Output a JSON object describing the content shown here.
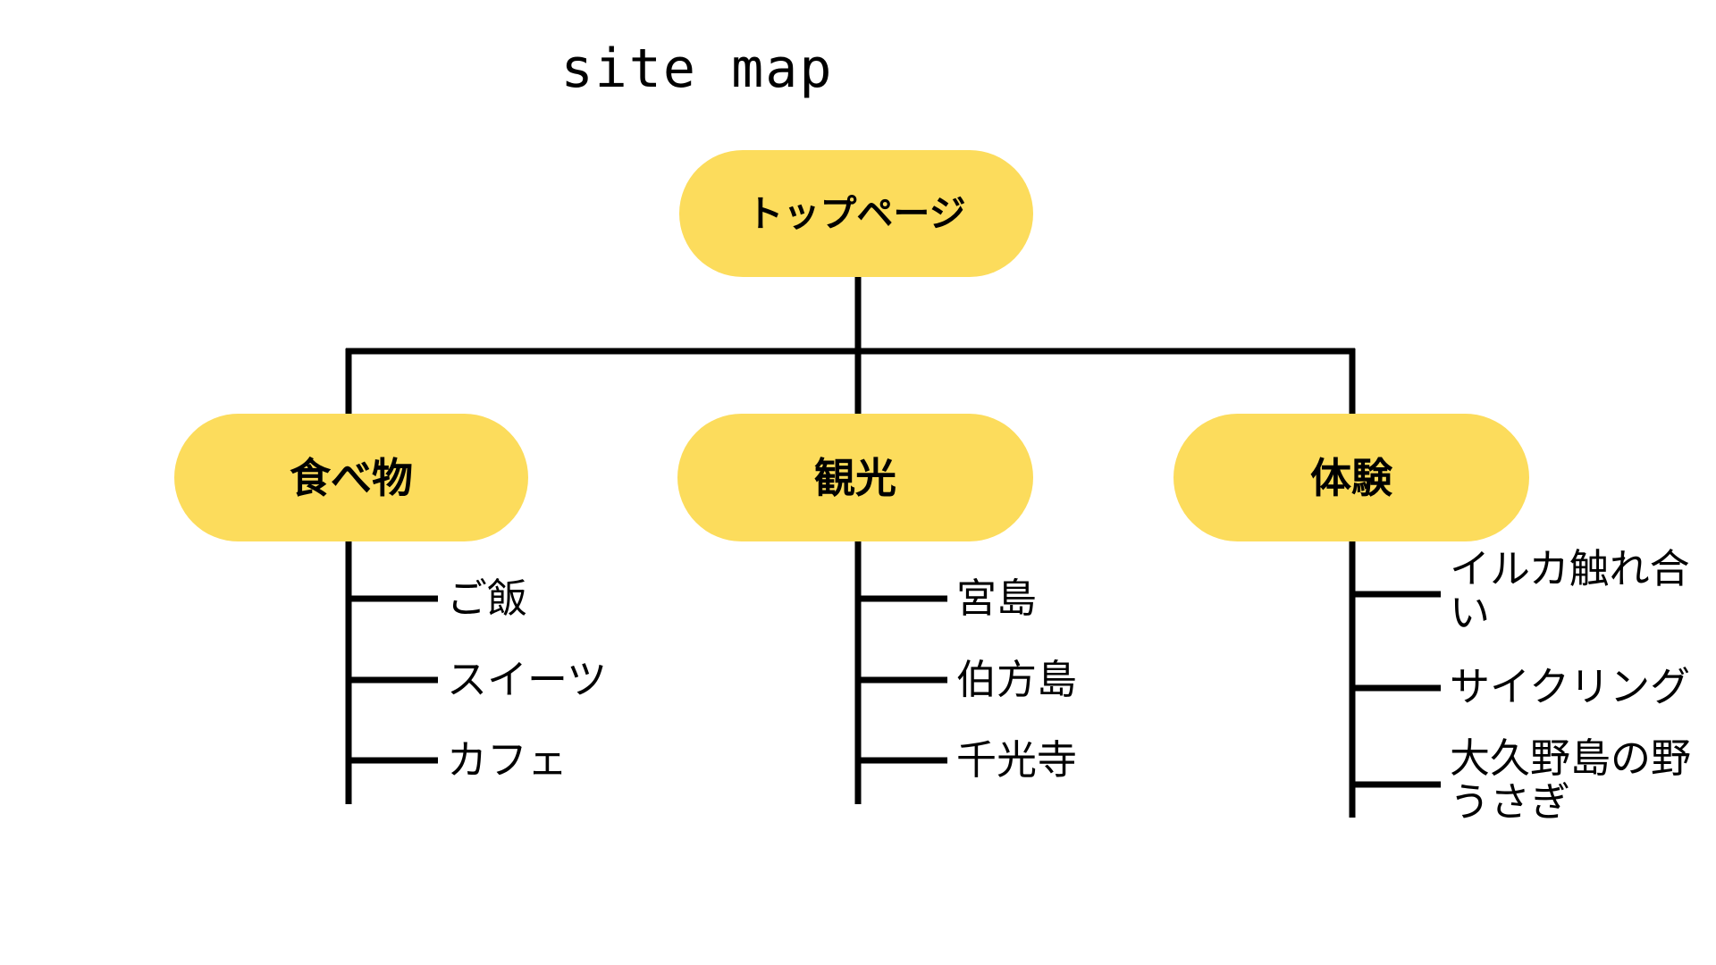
{
  "diagram": {
    "title": "site map",
    "accent_color": "#fcdc5c",
    "line_color": "#000000",
    "background_color": "#ffffff",
    "type": "tree-sitemap"
  },
  "root": {
    "label": "トップページ"
  },
  "branches": [
    {
      "id": "food",
      "label": "食べ物",
      "children": [
        {
          "label": "ご飯"
        },
        {
          "label": "スイーツ"
        },
        {
          "label": "カフェ"
        }
      ]
    },
    {
      "id": "sightseeing",
      "label": "観光",
      "children": [
        {
          "label": "宮島"
        },
        {
          "label": "伯方島"
        },
        {
          "label": "千光寺"
        }
      ]
    },
    {
      "id": "experience",
      "label": "体験",
      "children": [
        {
          "label": "イルカ触れ合い"
        },
        {
          "label": "サイクリング"
        },
        {
          "label": "大久野島の野うさぎ"
        }
      ]
    }
  ]
}
